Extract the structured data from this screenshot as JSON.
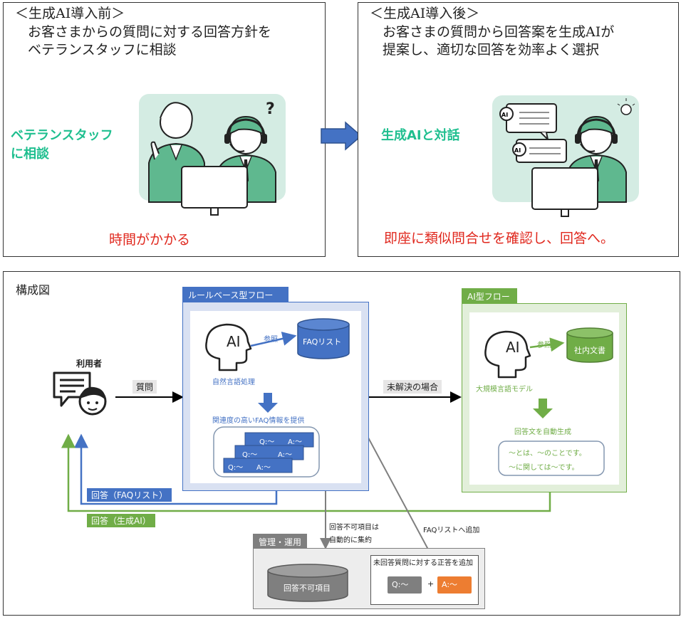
{
  "before": {
    "heading": "＜生成AI導入前＞",
    "line1": "お客さまからの質問に対する回答方針を",
    "line2": "ベテランスタッフに相談",
    "side_label_1": "ベテランスタッフ",
    "side_label_2": "に相談",
    "bottom_note": "時間がかかる"
  },
  "after": {
    "heading": "＜生成AI導入後＞",
    "line1": "お客さまの質問から回答案を生成AIが",
    "line2": "提案し、適切な回答を効率よく選択",
    "side_label": "生成AIと対話",
    "bottom_note": "即座に類似問合せを確認し、回答へ。"
  },
  "diagram": {
    "title": "構成図",
    "user_label": "利用者",
    "question_label": "質問",
    "rule_flow": {
      "tab": "ルールベース型フロー",
      "ai_label": "AI",
      "refer_label": "参照",
      "db_label": "FAQリスト",
      "nlp_label": "自然言語処理",
      "extract_label": "関連度の高いFAQ情報を提供",
      "q_label": "Q:〜",
      "a_label": "A:〜"
    },
    "unresolved_label": "未解決の場合",
    "ai_flow": {
      "tab": "AI型フロー",
      "ai_label": "AI",
      "refer_label": "参照",
      "db_label": "社内文書",
      "llm_label": "大規模言語モデル",
      "generate_label": "回答文を自動生成",
      "answer_line1": "〜とは、〜のことです。",
      "answer_line2": "〜に関しては〜です。"
    },
    "reply_faq": "回答（FAQリスト）",
    "reply_ai": "回答（生成AI）",
    "unanswerable_note_1": "回答不可項目は",
    "unanswerable_note_2": "自動的に集約",
    "faq_add_label": "FAQリストへ追加",
    "ops": {
      "tab": "管理・運用",
      "db_label": "回答不可項目",
      "add_label": "未回答質問に対する正答を追加",
      "q_label": "Q:〜",
      "plus": "+",
      "a_label": "A:〜"
    }
  },
  "colors": {
    "blue": "#4472c4",
    "green": "#70ad47",
    "gray": "#7f7f7f",
    "orange": "#ed7d31",
    "teal_bg": "#d4ece3",
    "staff_green": "#5fb88f"
  }
}
